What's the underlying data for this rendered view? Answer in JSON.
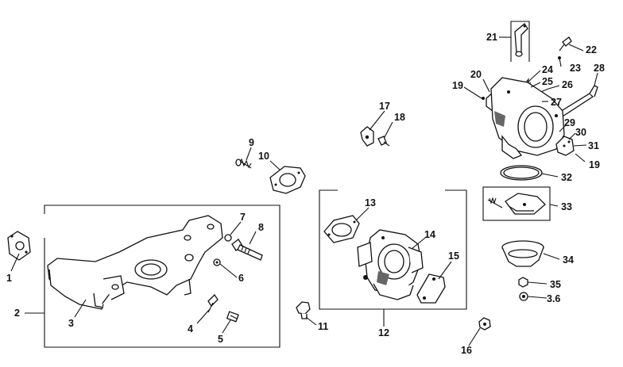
{
  "diagram": {
    "callouts": [
      {
        "id": "c1",
        "text": "1"
      },
      {
        "id": "c2",
        "text": "2"
      },
      {
        "id": "c3",
        "text": "3"
      },
      {
        "id": "c4",
        "text": "4"
      },
      {
        "id": "c5",
        "text": "5"
      },
      {
        "id": "c6",
        "text": "6"
      },
      {
        "id": "c7",
        "text": "7"
      },
      {
        "id": "c8",
        "text": "8"
      },
      {
        "id": "c9",
        "text": "9"
      },
      {
        "id": "c10",
        "text": "10"
      },
      {
        "id": "c11",
        "text": "11"
      },
      {
        "id": "c12",
        "text": "12"
      },
      {
        "id": "c13",
        "text": "13"
      },
      {
        "id": "c14",
        "text": "14"
      },
      {
        "id": "c15",
        "text": "15"
      },
      {
        "id": "c16",
        "text": "16"
      },
      {
        "id": "c17",
        "text": "17"
      },
      {
        "id": "c18",
        "text": "18"
      },
      {
        "id": "c19a",
        "text": "19"
      },
      {
        "id": "c19b",
        "text": "19"
      },
      {
        "id": "c20",
        "text": "20"
      },
      {
        "id": "c21",
        "text": "21"
      },
      {
        "id": "c22",
        "text": "22"
      },
      {
        "id": "c23",
        "text": "23"
      },
      {
        "id": "c24",
        "text": "24"
      },
      {
        "id": "c25",
        "text": "25"
      },
      {
        "id": "c26",
        "text": "26"
      },
      {
        "id": "c27",
        "text": "27"
      },
      {
        "id": "c28",
        "text": "28"
      },
      {
        "id": "c29",
        "text": "29"
      },
      {
        "id": "c30",
        "text": "30"
      },
      {
        "id": "c31",
        "text": "31"
      },
      {
        "id": "c32",
        "text": "32"
      },
      {
        "id": "c33",
        "text": "33"
      },
      {
        "id": "c34",
        "text": "34"
      },
      {
        "id": "c35",
        "text": "35"
      },
      {
        "id": "c36",
        "text": "3.6"
      }
    ]
  }
}
